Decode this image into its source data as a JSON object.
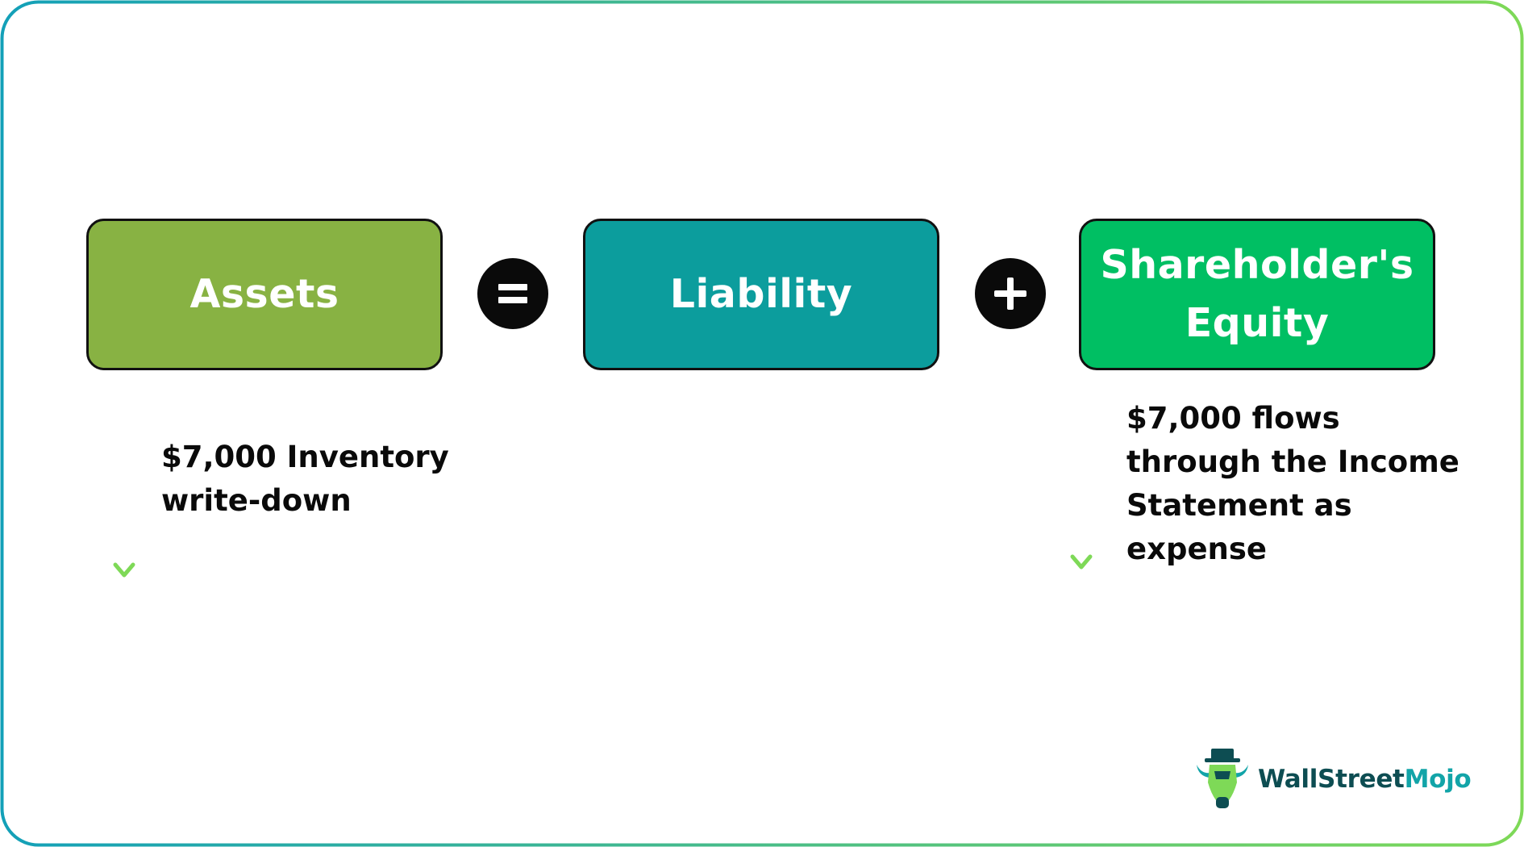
{
  "equation": {
    "assets_label": "Assets",
    "liability_label": "Liability",
    "equity_label": "Shareholder's\nEquity",
    "equals_symbol": "=",
    "plus_symbol": "+"
  },
  "notes": {
    "assets_note": "$7,000 Inventory\nwrite-down",
    "equity_note": "$7,000 flows\nthrough the Income\nStatement as\nexpense"
  },
  "logo": {
    "name_part1": "WallStreet",
    "name_part2": "Mojo"
  },
  "colors": {
    "assets": "#88b243",
    "liability": "#0c9d9d",
    "equity": "#00bf63",
    "arrow_top": "#13a0b8",
    "arrow_bottom": "#7ed957",
    "frame_gradient_start": "#13a0b8",
    "frame_gradient_end": "#7ed957"
  },
  "icons": {
    "equals": "equals-icon",
    "plus": "plus-icon",
    "arrow": "arrow-down-icon",
    "logo": "bull-mascot-icon"
  }
}
